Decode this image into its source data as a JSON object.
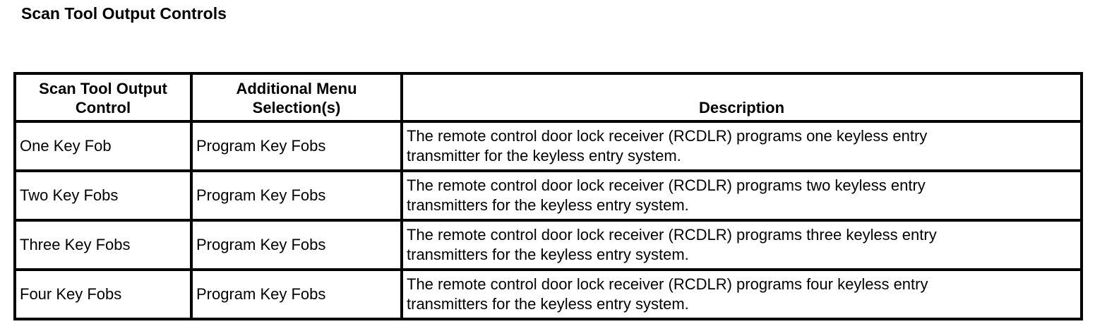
{
  "page": {
    "title": "Scan Tool Output Controls",
    "background_color": "#ffffff",
    "text_color": "#000000",
    "border_color": "#000000"
  },
  "table": {
    "columns": [
      {
        "label": "Scan Tool Output Control"
      },
      {
        "label": "Additional Menu Selection(s)"
      },
      {
        "label": "Description"
      }
    ],
    "rows": [
      {
        "control": "One Key Fob",
        "menu": "Program Key Fobs",
        "description": "The remote control door lock receiver (RCDLR) programs one keyless entry transmitter for the keyless entry system."
      },
      {
        "control": "Two Key Fobs",
        "menu": "Program Key Fobs",
        "description": "The remote control door lock receiver (RCDLR) programs two keyless entry transmitters for the keyless entry system."
      },
      {
        "control": "Three Key Fobs",
        "menu": "Program Key Fobs",
        "description": "The remote control door lock receiver (RCDLR) programs three keyless entry transmitters for the keyless entry system."
      },
      {
        "control": "Four Key Fobs",
        "menu": "Program Key Fobs",
        "description": "The remote control door lock receiver (RCDLR) programs four keyless entry transmitters for the keyless entry system."
      }
    ]
  }
}
